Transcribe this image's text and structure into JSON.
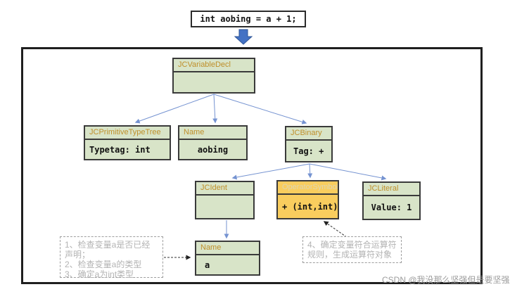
{
  "code_box": {
    "text": "int aobing = a + 1;"
  },
  "tree": {
    "nodes": [
      {
        "title": "JCVariableDecl",
        "body": ""
      },
      {
        "title": "JCPrimitiveTypeTree",
        "body": "Typetag: int"
      },
      {
        "title": "Name",
        "body": "aobing"
      },
      {
        "title": "JCBinary",
        "body": "Tag: +"
      },
      {
        "title": "JCIdent",
        "body": ""
      },
      {
        "title": "OperatorSymbol",
        "body": "+ (int,int)"
      },
      {
        "title": "JCLiteral",
        "body": "Value: 1"
      },
      {
        "title": "Name",
        "body": "a"
      }
    ]
  },
  "annotations": {
    "left": {
      "lines": [
        "1、检查变量a是否已经",
        "声明；",
        "2、检查变量a的类型",
        "3、确定a为int类型"
      ]
    },
    "right": {
      "lines": [
        "4、确定变量符合运算符",
        "规则，生成运算符对象"
      ]
    }
  },
  "watermark": "CSDN @我没那么坚强但是要坚强",
  "colors": {
    "node_fill_green": "#d8e4c8",
    "node_fill_yellow": "#f9cd5e",
    "node_title_orange": "#bf8f2a",
    "node_border": "#3a3a3a",
    "arrow_blue": "#7593d1",
    "block_arrow_blue": "#4472c4",
    "annotation_gray": "#b3b3b3",
    "frame_black": "#1f1f1f"
  }
}
